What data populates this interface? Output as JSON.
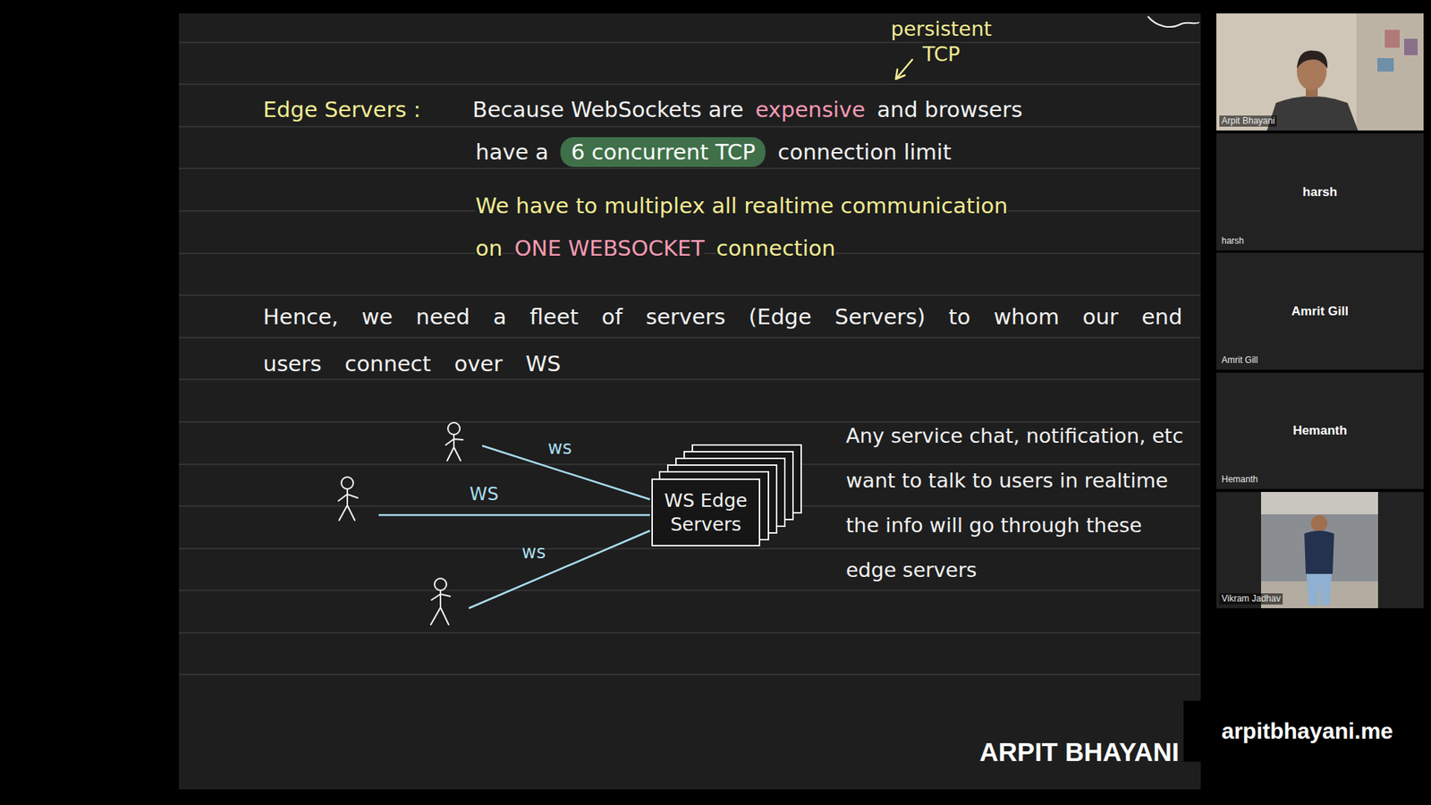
{
  "diagram": {
    "nodes": [
      {
        "text": [
          "WS Edge Servers"
        ]
      },
      {
        "text": [
          "Arpit Bhayani"
        ]
      },
      {
        "text": [
          "harsh",
          "harsh"
        ]
      },
      {
        "text": [
          "Amrit Gill",
          "Amrit Gill"
        ]
      },
      {
        "text": [
          "Hemanth",
          "Hemanth"
        ]
      },
      {
        "text": [
          "Vikram Jadhav"
        ]
      }
    ],
    "labels": [
      "persistent TCP",
      "Edge Servers :",
      "Because WebSockets are",
      "expensive",
      "and browsers",
      "have a",
      "6 concurrent TCP",
      "connection limit",
      "We have to multiplex all realtime communication",
      "on",
      "ONE WEBSOCKET",
      "connection",
      "Hence, we need a fleet of servers (Edge Servers) to whom our end users connect over WS",
      "ws",
      "WS",
      "ws",
      "Any service chat, notification, etc want to talk to users in realtime the info will go through these edge servers",
      "ARPIT BHAYANI",
      "arpitbhayani.me"
    ]
  }
}
